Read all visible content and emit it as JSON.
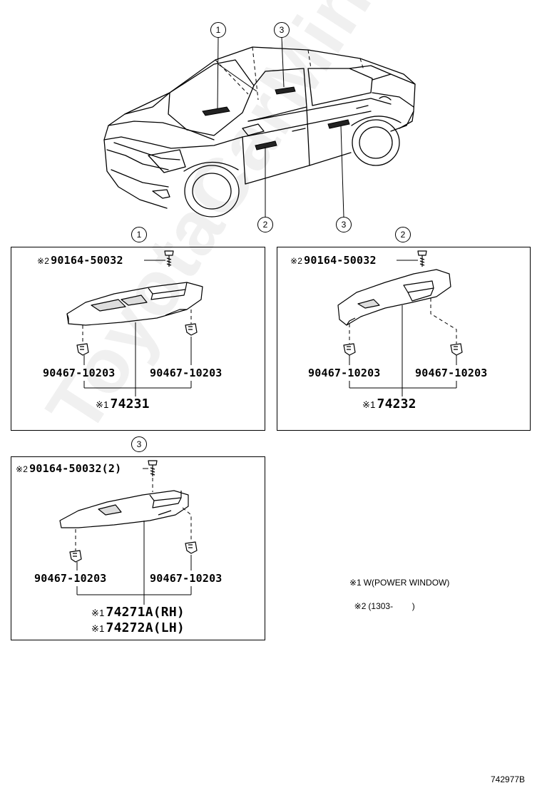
{
  "watermark": "ToyotaCarMine.ru",
  "overview": {
    "callouts": [
      "1",
      "3",
      "2",
      "3"
    ]
  },
  "panel1": {
    "callout": "1",
    "screw_mark": "※2",
    "screw_part": "90164-50032",
    "clip_left": "90467-10203",
    "clip_right": "90467-10203",
    "main_mark": "※1",
    "main_part": "74231"
  },
  "panel2": {
    "callout": "2",
    "screw_mark": "※2",
    "screw_part": "90164-50032",
    "clip_left": "90467-10203",
    "clip_right": "90467-10203",
    "main_mark": "※1",
    "main_part": "74232"
  },
  "panel3": {
    "callout": "3",
    "screw_mark": "※2",
    "screw_part": "90164-50032(2)",
    "clip_left": "90467-10203",
    "clip_right": "90467-10203",
    "main_mark_rh": "※1",
    "main_part_rh": "74271A(RH)",
    "main_mark_lh": "※1",
    "main_part_lh": "74272A(LH)"
  },
  "notes": [
    {
      "mark": "※1",
      "text": "W(POWER WINDOW)"
    },
    {
      "mark": "※2",
      "text": "(1303-        )"
    }
  ],
  "reference": "742977B"
}
